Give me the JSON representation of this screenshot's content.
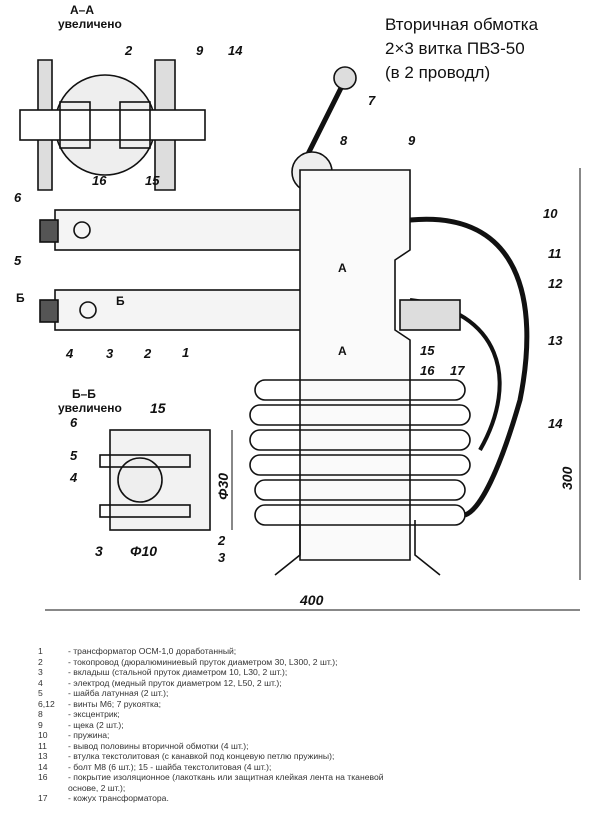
{
  "title": {
    "line1": "Вторичная обмотка",
    "line2": "2×3 витка ПВЗ-50",
    "line3": "(в 2 проводл)"
  },
  "section_aa": {
    "name": "А–А",
    "note": "увеличено"
  },
  "section_bb": {
    "name": "Б–Б",
    "note": "увеличено"
  },
  "markers": {
    "a": "А",
    "b": "Б"
  },
  "callouts": [
    "1",
    "2",
    "3",
    "4",
    "5",
    "6",
    "7",
    "8",
    "9",
    "10",
    "11",
    "12",
    "13",
    "14",
    "15",
    "16",
    "17"
  ],
  "dimensions": {
    "width": "400",
    "height": "300",
    "d30": "Φ30",
    "d10": "Φ10",
    "s15": "15",
    "s3": "3"
  },
  "legend": [
    {
      "num": "1",
      "text": "- трансформатор ОСМ-1,0 доработанный;"
    },
    {
      "num": "2",
      "text": "- токопровод (дюралюминиевый пруток диаметром 30, L300, 2 шт.);"
    },
    {
      "num": "3",
      "text": "- вкладыш (стальной пруток диаметром 10, L30, 2 шт.);"
    },
    {
      "num": "4",
      "text": "- электрод (медный пруток диаметром 12, L50, 2 шт.);"
    },
    {
      "num": "5",
      "text": "- шайба латунная (2 шт.);"
    },
    {
      "num": "6,12",
      "text": "- винты М6; 7 рукоятка;"
    },
    {
      "num": "8",
      "text": "- эксцентрик;"
    },
    {
      "num": "9",
      "text": "- щека (2 шт.);"
    },
    {
      "num": "10",
      "text": "- пружина;"
    },
    {
      "num": "11",
      "text": "- вывод половины вторичной обмотки (4 шт.);"
    },
    {
      "num": "13",
      "text": "- втулка текстолитовая (с канавкой под концевую петлю пружины);"
    },
    {
      "num": "14",
      "text": "- болт М8 (6 шт.); 15 - шайба текстолитовая (4 шт.);"
    },
    {
      "num": "16",
      "text": "- покрытие изоляционное (лакоткань или защитная клейкая лента на тканевой",
      "cont": "основе, 2 шт.);"
    },
    {
      "num": "17",
      "text": "- кожух трансформатора."
    }
  ]
}
